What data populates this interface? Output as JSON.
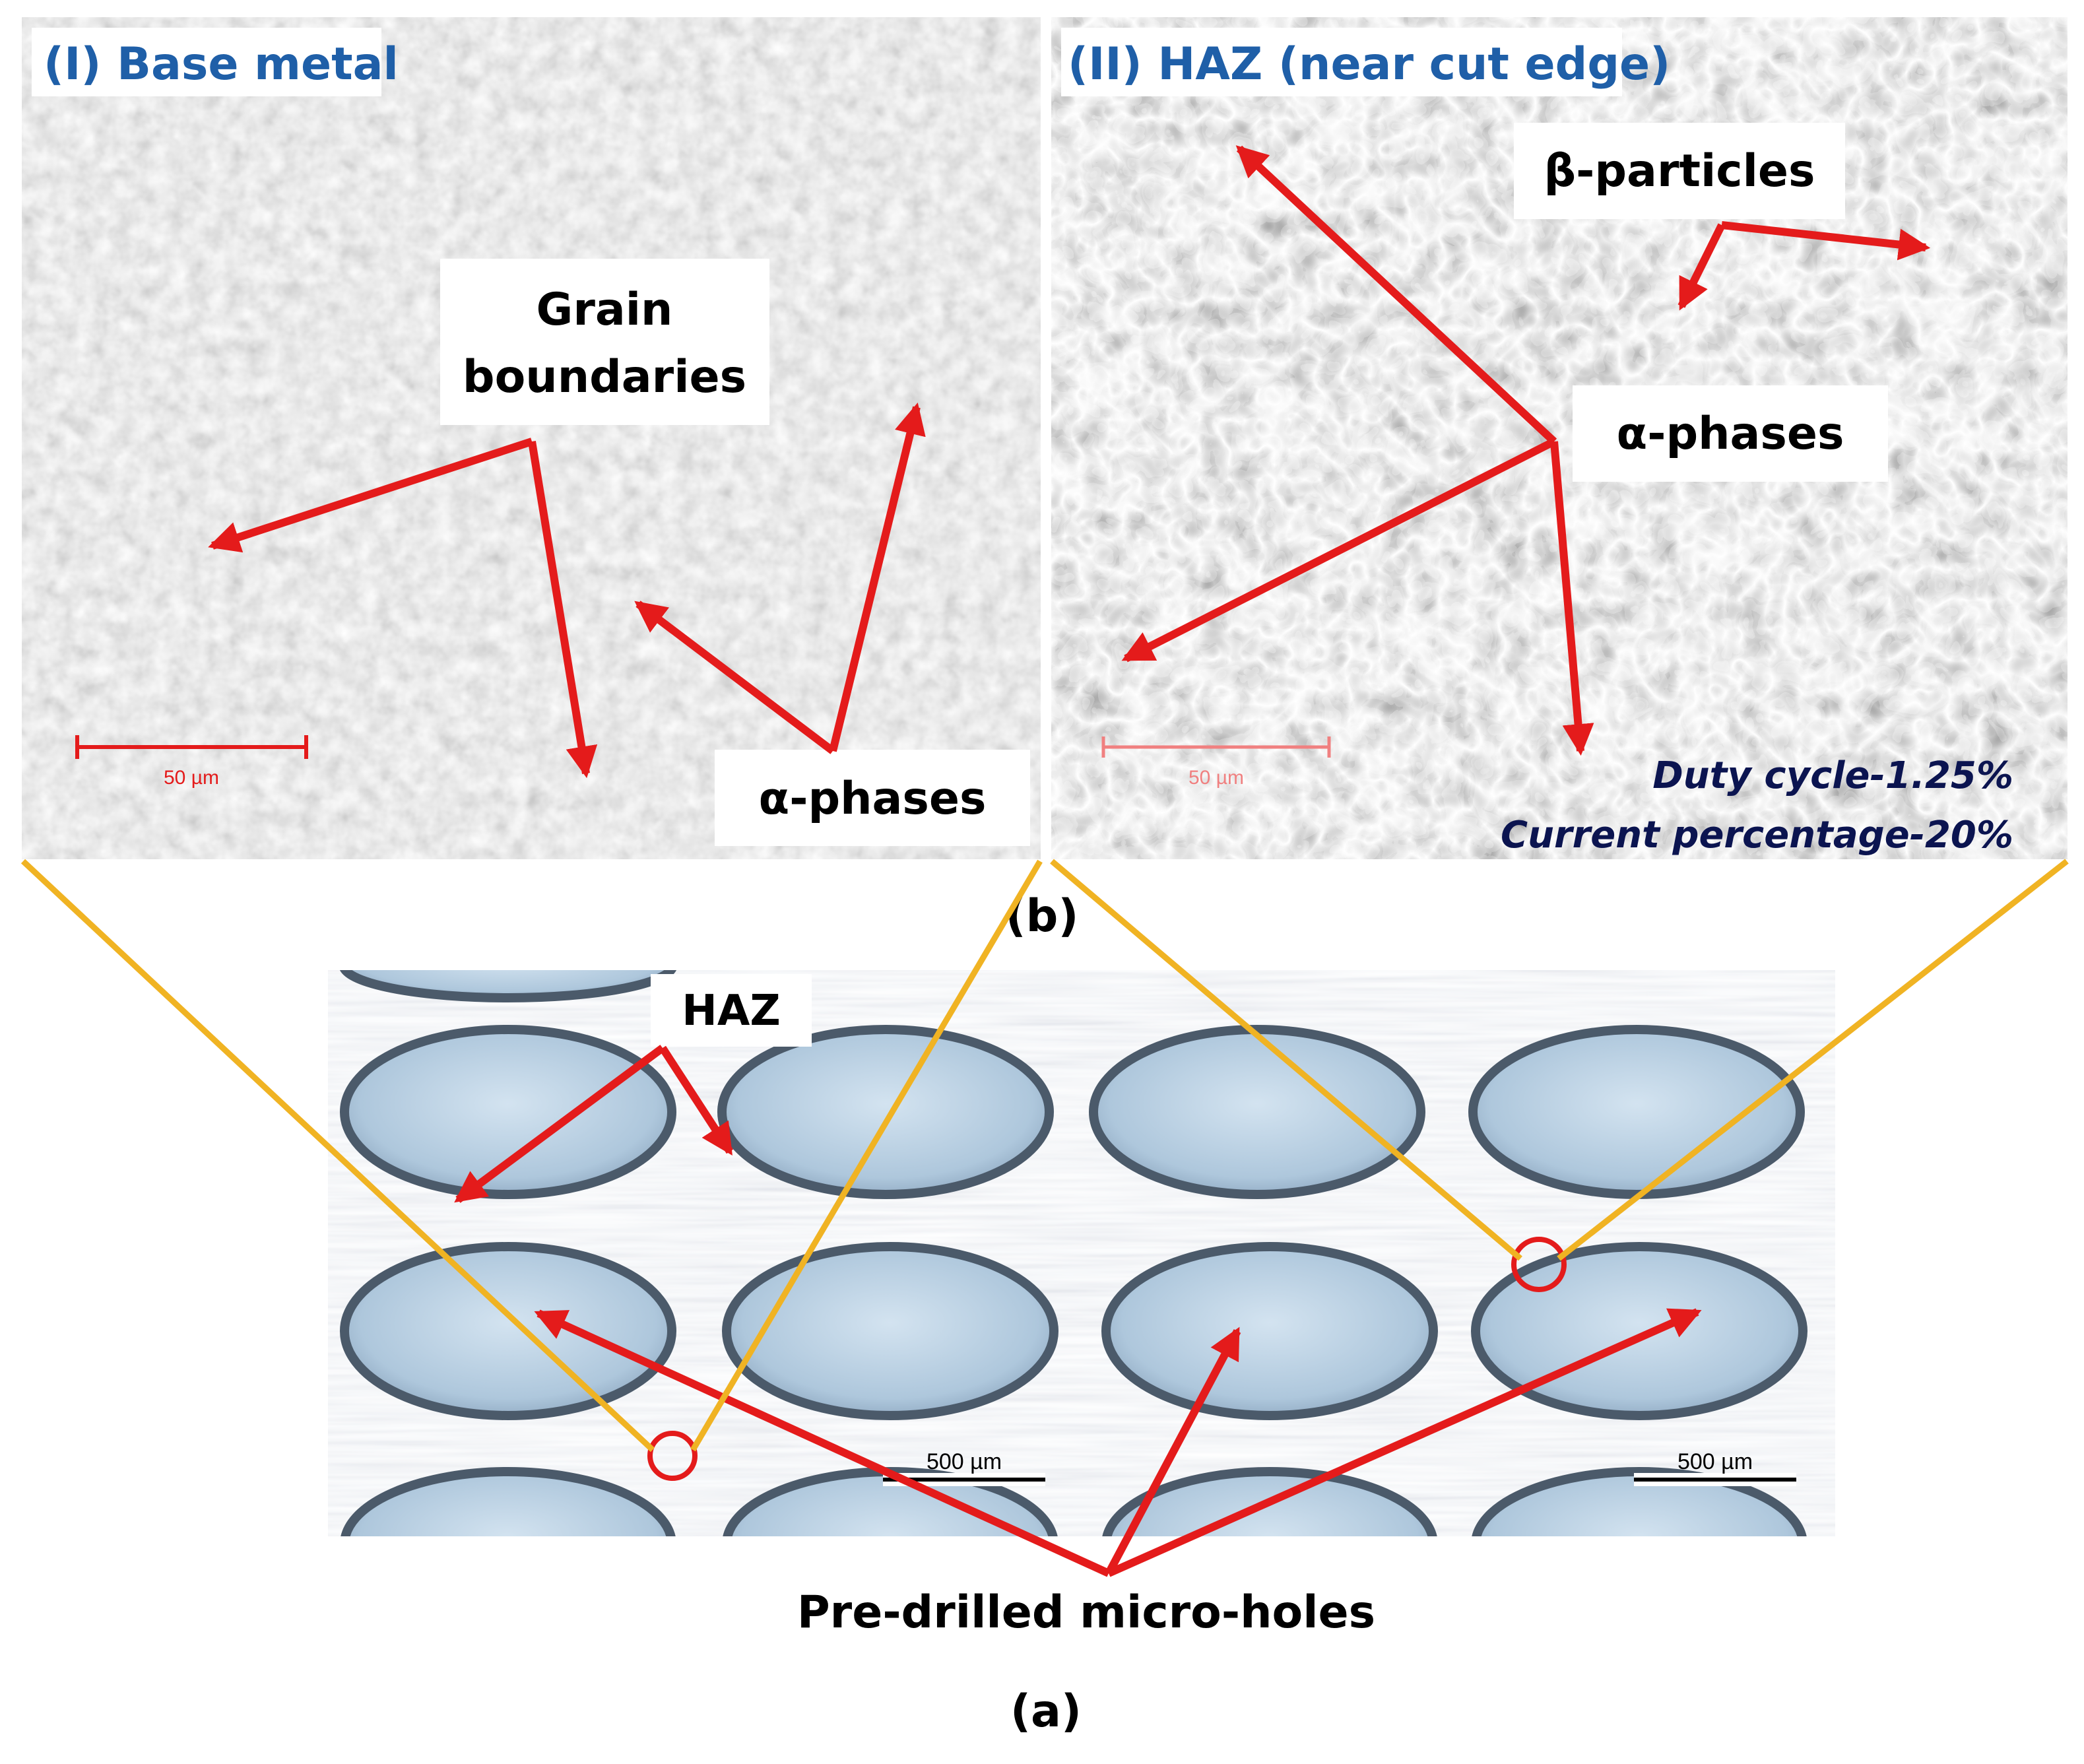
{
  "panels": {
    "base_metal": {
      "title": "(I) Base metal",
      "grain_label_line1": "Grain",
      "grain_label_line2": "boundaries",
      "alpha_label": "α-phases",
      "scale_label": "50 µm"
    },
    "haz": {
      "title": "(II) HAZ (near cut edge)",
      "beta_label": "β-particles",
      "alpha_label": "α-phases",
      "scale_label": "50 µm",
      "duty_cycle": "Duty cycle-1.25%",
      "current_percentage": "Current percentage-20%"
    },
    "overview": {
      "haz_label": "HAZ",
      "scale_label_left": "500 µm",
      "scale_label_right": "500 µm",
      "holes_label": "Pre-drilled micro-holes"
    }
  },
  "captions": {
    "b": "(b)",
    "a": "(a)"
  },
  "colors": {
    "arrow": "#e41b1b",
    "leader": "#f0b323",
    "title_blue": "#1f5fa8",
    "note_navy": "#0b1450",
    "hole_fill": "#b8cfe3",
    "metal_grey": "#9a9a9a"
  }
}
